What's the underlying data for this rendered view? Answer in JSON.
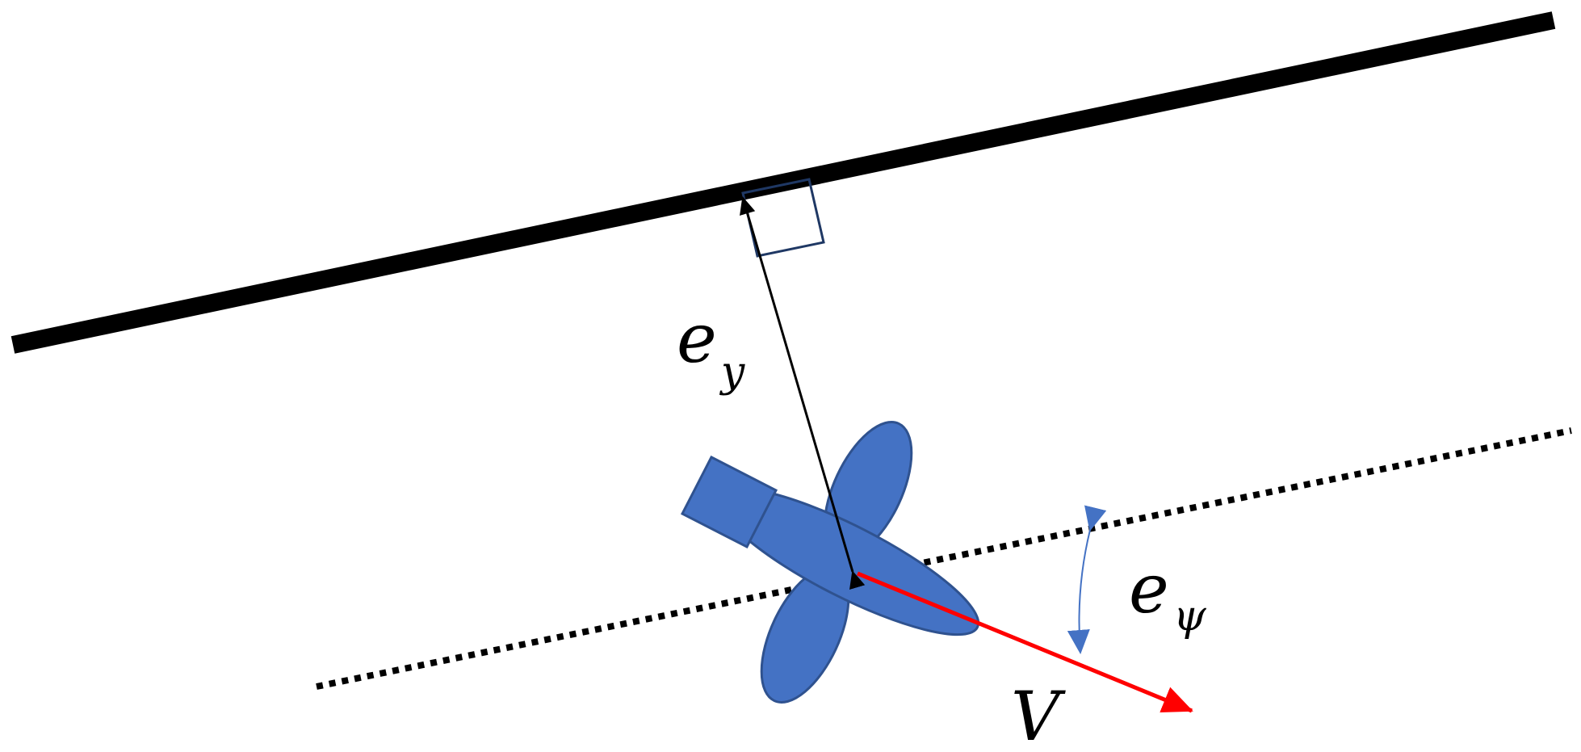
{
  "labels": {
    "cross_track_error": {
      "main": "e",
      "sub": "y"
    },
    "heading_error": {
      "main": "e",
      "sub": "ψ"
    },
    "velocity": "V"
  },
  "colors": {
    "reference_path": "#000000",
    "dotted_line": "#000000",
    "vehicle_fill": "#4472C4",
    "vehicle_stroke": "#2F528F",
    "velocity_arrow": "#FF0000",
    "heading_error_arrow": "#4472C4",
    "right_angle_marker": "#1F3864"
  },
  "icons": {
    "vehicle": "underwater-vehicle-icon"
  }
}
